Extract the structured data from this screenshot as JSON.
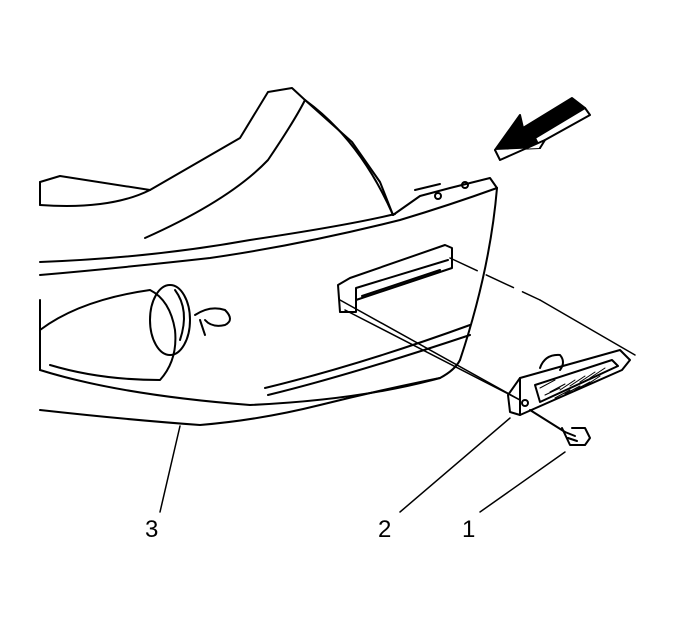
{
  "diagram": {
    "callouts": [
      {
        "id": "1",
        "label": "1",
        "part": "screw"
      },
      {
        "id": "2",
        "label": "2",
        "part": "side-marker-lamp"
      },
      {
        "id": "3",
        "label": "3",
        "part": "bumper-fascia"
      }
    ],
    "direction_arrow": "arrow-down-left-icon",
    "colors": {
      "line": "#000000",
      "background": "#ffffff"
    }
  }
}
